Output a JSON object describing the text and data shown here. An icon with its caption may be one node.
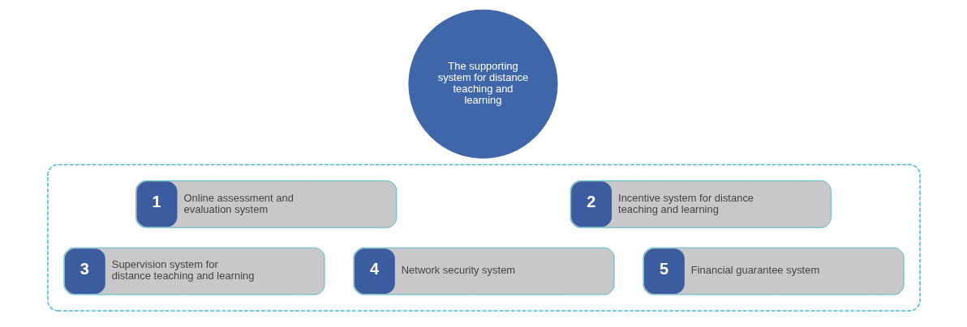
{
  "diagram": {
    "nodes": [
      {
        "text": [
          "The supporting system for distance teaching and learning"
        ]
      },
      {
        "text": [],
        "shape": "box"
      },
      {
        "text": [
          "1",
          "Online assessment and evaluation system"
        ],
        "in": 1
      },
      {
        "text": [
          "2",
          "Incentive system for distance teaching and learning"
        ],
        "in": 1
      },
      {
        "text": [
          "3",
          "Supervision system for distance teaching and learning"
        ],
        "in": 1
      },
      {
        "text": [
          "4",
          "Network security system"
        ],
        "in": 1
      },
      {
        "text": [
          "5",
          "Financial guarantee system"
        ],
        "in": 1
      }
    ],
    "edges": []
  }
}
